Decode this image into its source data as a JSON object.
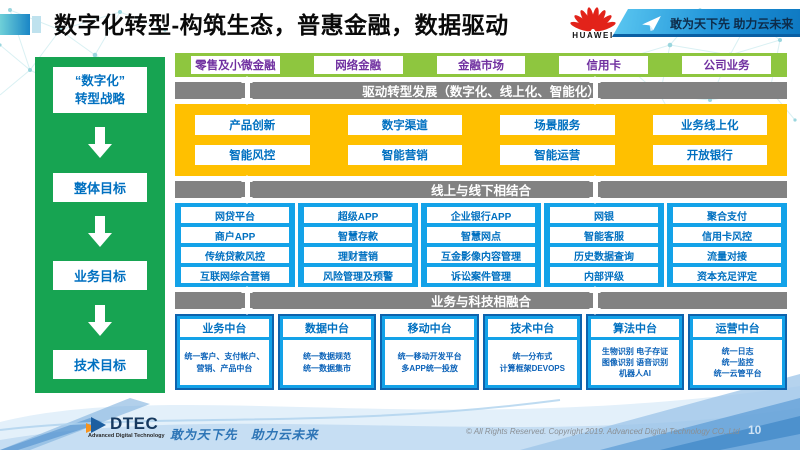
{
  "page": {
    "title": "数字化转型-构筑生态，普惠金融，数据驱动"
  },
  "header": {
    "brand": "HUAWEI",
    "ribbon_slogan": "敢为天下先 助力云未来"
  },
  "sidebar": {
    "items": [
      "“数字化”\n转型战略",
      "整体目标",
      "业务目标",
      "技术目标"
    ]
  },
  "main": {
    "business_lines": [
      "零售及小微金融",
      "网络金融",
      "金融市场",
      "信用卡",
      "公司业务"
    ],
    "divider_drive": "驱动转型发展（数字化、线上化、智能化）",
    "capabilities": [
      "产品创新",
      "数字渠道",
      "场景服务",
      "业务线上化",
      "智能风控",
      "智能营销",
      "智能运营",
      "开放银行"
    ],
    "divider_online_offline": "线上与线下相结合",
    "channel_columns": [
      {
        "items": [
          "网贷平台",
          "商户APP",
          "传统贷款风控",
          "互联网综合营销"
        ]
      },
      {
        "items": [
          "超级APP",
          "智慧存款",
          "理财营销",
          "风险管理及预警"
        ]
      },
      {
        "items": [
          "企业银行APP",
          "智慧网点",
          "互金影像内容管理",
          "诉讼案件管理"
        ]
      },
      {
        "items": [
          "网银",
          "智能客服",
          "历史数据查询",
          "内部评级"
        ]
      },
      {
        "items": [
          "聚合支付",
          "信用卡风控",
          "流量对接",
          "资本充足评定"
        ]
      }
    ],
    "divider_tech": "业务与科技相融合",
    "platforms": [
      {
        "title": "业务中台",
        "desc": "统一客户、支付帐户、营销、产品中台"
      },
      {
        "title": "数据中台",
        "desc": "统一数据规范\n统一数据集市"
      },
      {
        "title": "移动中台",
        "desc": "统一移动开发平台\n多APP统一投放"
      },
      {
        "title": "技术中台",
        "desc": "统一分布式\n计算框架DEVOPS"
      },
      {
        "title": "算法中台",
        "desc": "生物识别 电子存证\n图像识别 语音识别\n机器人AI"
      },
      {
        "title": "运营中台",
        "desc": "统一日志\n统一监控\n统一云管平台"
      }
    ]
  },
  "footer": {
    "logo_text": "DTEC",
    "logo_subtext": "Advanced Digital Technology",
    "slogan": "敢为天下先　助力云未来",
    "copyright": "© All Rights Reserved. Copyright 2019. Advanced Digital Technology CO.,Ltd",
    "page_number": "10"
  },
  "colors": {
    "sidebar_green": "#17a452",
    "row_green": "#8ec63f",
    "orange": "#ffc000",
    "blue": "#13a2e8",
    "blue_border": "#0e63ad",
    "gray_bar": "#828282",
    "purple_text": "#7030a0",
    "blue_text": "#0070c0",
    "huawei_red": "#e2231a",
    "ribbon_blue": "#1f93d8"
  }
}
